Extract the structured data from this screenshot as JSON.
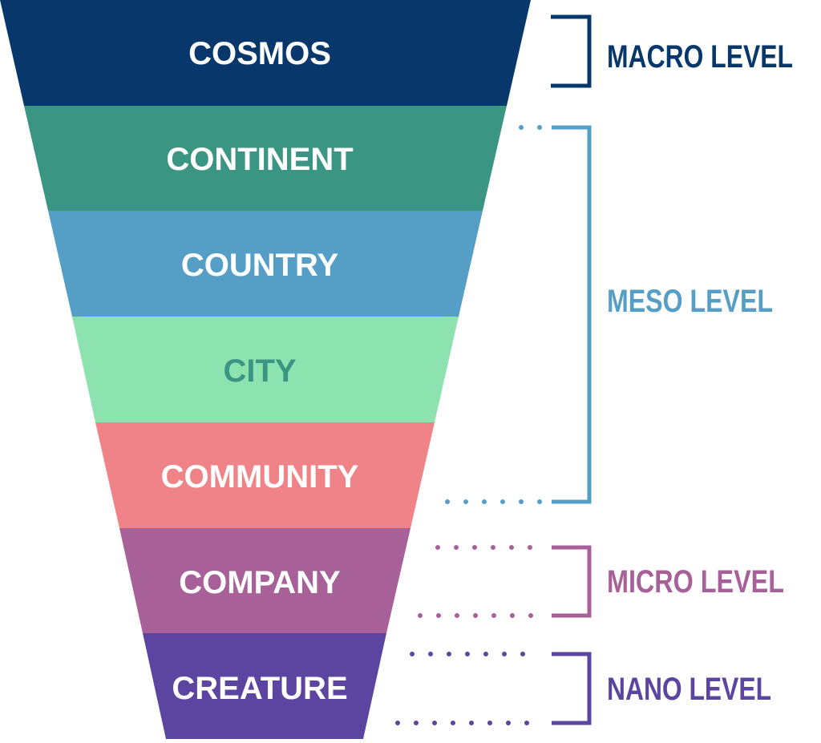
{
  "tiers": [
    {
      "label": "COSMOS",
      "color": "#08386b",
      "text_color": "#ffffff"
    },
    {
      "label": "CONTINENT",
      "color": "#3a9682",
      "text_color": "#ffffff"
    },
    {
      "label": "COUNTRY",
      "color": "#559fc6",
      "text_color": "#ffffff"
    },
    {
      "label": "CITY",
      "color": "#8de3b0",
      "text_color": "#3a9682"
    },
    {
      "label": "COMMUNITY",
      "color": "#ef8387",
      "text_color": "#ffffff"
    },
    {
      "label": "COMPANY",
      "color": "#a86198",
      "text_color": "#ffffff"
    },
    {
      "label": "CREATURE",
      "color": "#5b45a0",
      "text_color": "#ffffff"
    }
  ],
  "levels": [
    {
      "label": "MACRO LEVEL",
      "color": "#08386b"
    },
    {
      "label": "MESO LEVEL",
      "color": "#559fc6"
    },
    {
      "label": "MICRO LEVEL",
      "color": "#a86198"
    },
    {
      "label": "NANO LEVEL",
      "color": "#5b45a0"
    }
  ]
}
